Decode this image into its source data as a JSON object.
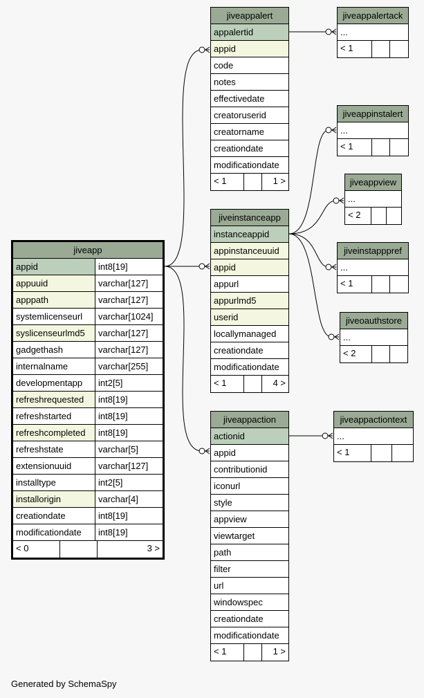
{
  "tables": {
    "jiveapp": {
      "title": "jiveapp",
      "columns": [
        {
          "name": "appid",
          "type": "int8[19]",
          "kind": "pk"
        },
        {
          "name": "appuuid",
          "type": "varchar[127]",
          "kind": "fk"
        },
        {
          "name": "apppath",
          "type": "varchar[127]",
          "kind": "fk"
        },
        {
          "name": "systemlicenseurl",
          "type": "varchar[1024]",
          "kind": ""
        },
        {
          "name": "syslicenseurlmd5",
          "type": "varchar[127]",
          "kind": "fk"
        },
        {
          "name": "gadgethash",
          "type": "varchar[127]",
          "kind": ""
        },
        {
          "name": "internalname",
          "type": "varchar[255]",
          "kind": ""
        },
        {
          "name": "developmentapp",
          "type": "int2[5]",
          "kind": ""
        },
        {
          "name": "refreshrequested",
          "type": "int8[19]",
          "kind": "fk"
        },
        {
          "name": "refreshstarted",
          "type": "int8[19]",
          "kind": ""
        },
        {
          "name": "refreshcompleted",
          "type": "int8[19]",
          "kind": "fk"
        },
        {
          "name": "refreshstate",
          "type": "varchar[5]",
          "kind": ""
        },
        {
          "name": "extensionuuid",
          "type": "varchar[127]",
          "kind": ""
        },
        {
          "name": "installtype",
          "type": "int2[5]",
          "kind": ""
        },
        {
          "name": "installorigin",
          "type": "varchar[4]",
          "kind": "fk"
        },
        {
          "name": "creationdate",
          "type": "int8[19]",
          "kind": ""
        },
        {
          "name": "modificationdate",
          "type": "int8[19]",
          "kind": ""
        }
      ],
      "footer": {
        "left": "< 0",
        "right": "3 >"
      }
    },
    "jiveappalert": {
      "title": "jiveappalert",
      "columns": [
        {
          "name": "appalertid",
          "kind": "pk"
        },
        {
          "name": "appid",
          "kind": "fk"
        },
        {
          "name": "code",
          "kind": ""
        },
        {
          "name": "notes",
          "kind": ""
        },
        {
          "name": "effectivedate",
          "kind": ""
        },
        {
          "name": "creatoruserid",
          "kind": ""
        },
        {
          "name": "creatorname",
          "kind": ""
        },
        {
          "name": "creationdate",
          "kind": ""
        },
        {
          "name": "modificationdate",
          "kind": ""
        }
      ],
      "footer": {
        "left": "< 1",
        "right": "1 >"
      }
    },
    "jiveinstanceapp": {
      "title": "jiveinstanceapp",
      "columns": [
        {
          "name": "instanceappid",
          "kind": "pk"
        },
        {
          "name": "appinstanceuuid",
          "kind": "fk"
        },
        {
          "name": "appid",
          "kind": "fk"
        },
        {
          "name": "appurl",
          "kind": ""
        },
        {
          "name": "appurlmd5",
          "kind": "fk"
        },
        {
          "name": "userid",
          "kind": "fk"
        },
        {
          "name": "locallymanaged",
          "kind": ""
        },
        {
          "name": "creationdate",
          "kind": ""
        },
        {
          "name": "modificationdate",
          "kind": ""
        }
      ],
      "footer": {
        "left": "< 1",
        "right": "4 >"
      }
    },
    "jiveappaction": {
      "title": "jiveappaction",
      "columns": [
        {
          "name": "actionid",
          "kind": "pk"
        },
        {
          "name": "appid",
          "kind": ""
        },
        {
          "name": "contributionid",
          "kind": ""
        },
        {
          "name": "iconurl",
          "kind": ""
        },
        {
          "name": "style",
          "kind": ""
        },
        {
          "name": "appview",
          "kind": ""
        },
        {
          "name": "viewtarget",
          "kind": ""
        },
        {
          "name": "path",
          "kind": ""
        },
        {
          "name": "filter",
          "kind": ""
        },
        {
          "name": "url",
          "kind": ""
        },
        {
          "name": "windowspec",
          "kind": ""
        },
        {
          "name": "creationdate",
          "kind": ""
        },
        {
          "name": "modificationdate",
          "kind": ""
        }
      ],
      "footer": {
        "left": "< 1",
        "right": "1 >"
      }
    },
    "jiveappalertack": {
      "title": "jiveappalertack",
      "columns": [
        {
          "name": "...",
          "kind": ""
        }
      ],
      "footer": {
        "left": "< 1",
        "right": ""
      }
    },
    "jiveappinstalert": {
      "title": "jiveappinstalert",
      "columns": [
        {
          "name": "...",
          "kind": ""
        }
      ],
      "footer": {
        "left": "< 1",
        "right": ""
      }
    },
    "jiveappview": {
      "title": "jiveappview",
      "columns": [
        {
          "name": "...",
          "kind": ""
        }
      ],
      "footer": {
        "left": "< 2",
        "right": ""
      }
    },
    "jiveinstapppref": {
      "title": "jiveinstapppref",
      "columns": [
        {
          "name": "...",
          "kind": ""
        }
      ],
      "footer": {
        "left": "< 1",
        "right": ""
      }
    },
    "jiveoauthstore": {
      "title": "jiveoauthstore",
      "columns": [
        {
          "name": "...",
          "kind": ""
        }
      ],
      "footer": {
        "left": "< 2",
        "right": ""
      }
    },
    "jiveappactiontext": {
      "title": "jiveappactiontext",
      "columns": [
        {
          "name": "...",
          "kind": ""
        }
      ],
      "footer": {
        "left": "< 1",
        "right": ""
      }
    }
  },
  "footer_text": "Generated by SchemaSpy",
  "colors": {
    "header": "#9aaa94",
    "primary_key": "#bccfbb",
    "foreign_key": "#f4f7df",
    "background": "#f7f7f7"
  }
}
